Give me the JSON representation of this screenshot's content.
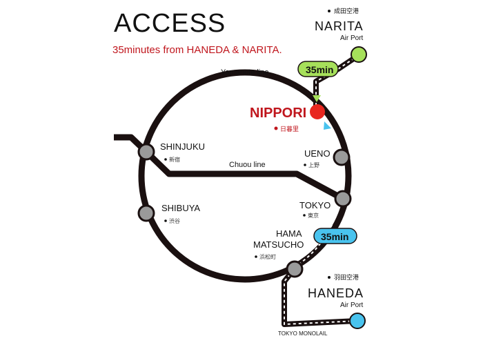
{
  "header": {
    "title": "ACCESS",
    "subtitle": "35minutes from HANEDA & NARITA."
  },
  "lines": {
    "yamanote": "Yamanote line",
    "chuou": "Chuou line",
    "monorail": "TOKYO MONOLAIL"
  },
  "stations": {
    "shinjuku": {
      "name": "SHINJUKU",
      "jp": "新宿"
    },
    "shibuya": {
      "name": "SHIBUYA",
      "jp": "渋谷"
    },
    "ueno": {
      "name": "UENO",
      "jp": "上野"
    },
    "tokyo": {
      "name": "TOKYO",
      "jp": "東京"
    },
    "hamamatsucho": {
      "name_line1": "HAMA",
      "name_line2": "MATSUCHO",
      "jp": "浜松町"
    },
    "nippori": {
      "name": "NIPPORI",
      "jp": "日暮里"
    }
  },
  "airports": {
    "narita": {
      "jp": "成田空港",
      "name": "NARITA",
      "sub": "Air Port",
      "time": "35min"
    },
    "haneda": {
      "jp": "羽田空港",
      "name": "HANEDA",
      "sub": "Air Port",
      "time": "35min"
    }
  },
  "colors": {
    "nippori": "#e8261f",
    "narita": "#a6e05a",
    "haneda": "#49c3ee",
    "station": "#9a9a9a",
    "track": "#1a1010",
    "brand_red": "#c0161d"
  }
}
